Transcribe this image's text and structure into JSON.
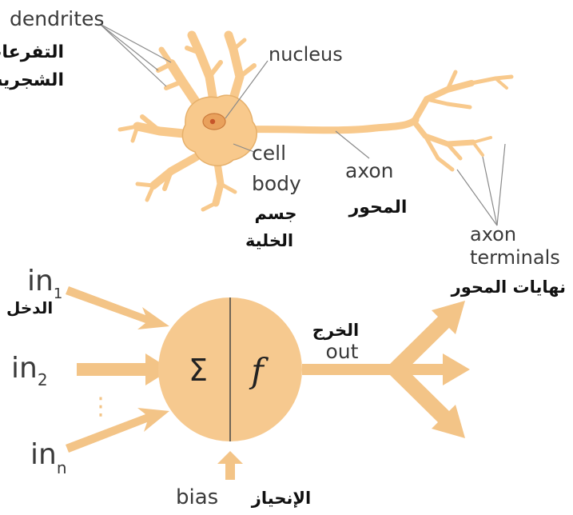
{
  "neuron": {
    "dendrites_en": "dendrites",
    "dendrites_ar_1": "التفرعات",
    "dendrites_ar_2": "الشجرية",
    "nucleus_en": "nucleus",
    "cell_body_en_1": "cell",
    "cell_body_en_2": "body",
    "cell_body_ar_1": "جسم",
    "cell_body_ar_2": "الخلية",
    "axon_en": "axon",
    "axon_ar": "المحور",
    "axon_terminals_en_1": "axon",
    "axon_terminals_en_2": "terminals",
    "axon_terminals_ar": "نهايات المحور"
  },
  "perceptron": {
    "input_1_base": "in",
    "input_1_sub": "1",
    "input_2_base": "in",
    "input_2_sub": "2",
    "input_n_base": "in",
    "input_n_sub": "n",
    "inputs_ar": "الدخل",
    "ellipsis": "⋮",
    "sum_symbol": "Σ",
    "activation_symbol": "f",
    "output_ar": "الخرج",
    "output_en": "out",
    "bias_en": "bias",
    "bias_ar": "الإنحياز"
  },
  "colors": {
    "cell_fill": "#f8c98c",
    "nucleus_fill": "#e9a15c",
    "arrow_fill": "#f3c487"
  }
}
